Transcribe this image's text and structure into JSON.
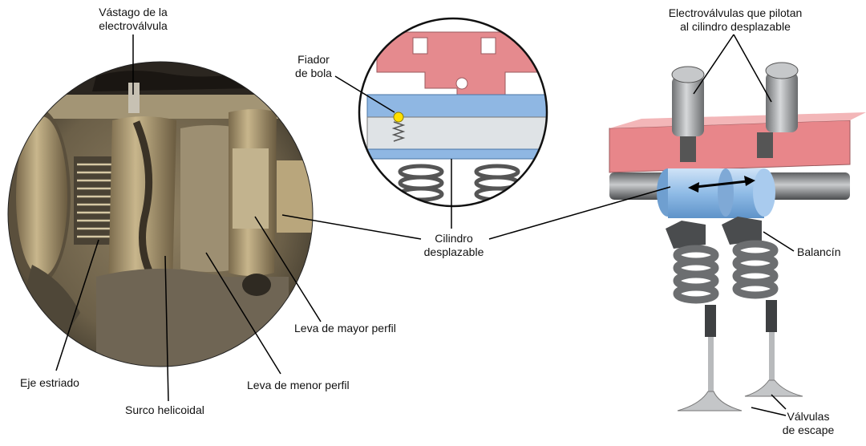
{
  "labels": {
    "vastago": [
      "Vástago de la",
      "electroválvula"
    ],
    "electrovalvulas": [
      "Electroválvulas que pilotan",
      "al cilindro desplazable"
    ],
    "fiador": [
      "Fiador",
      "de bola"
    ],
    "cilindro": [
      "Cilindro",
      "desplazable"
    ],
    "balancin": "Balancín",
    "leva_mayor": "Leva de mayor perfil",
    "leva_menor": "Leva de menor perfil",
    "eje_estriado": "Eje estriado",
    "surco_helicoidal": "Surco helicoidal",
    "valvulas_escape": [
      "Válvulas",
      "de escape"
    ]
  },
  "colors": {
    "cylinder_blue": "#9cc4ec",
    "housing_red": "#e8868a",
    "metal_gray": "#8a8c8e",
    "bronze": "#b79d6c"
  }
}
